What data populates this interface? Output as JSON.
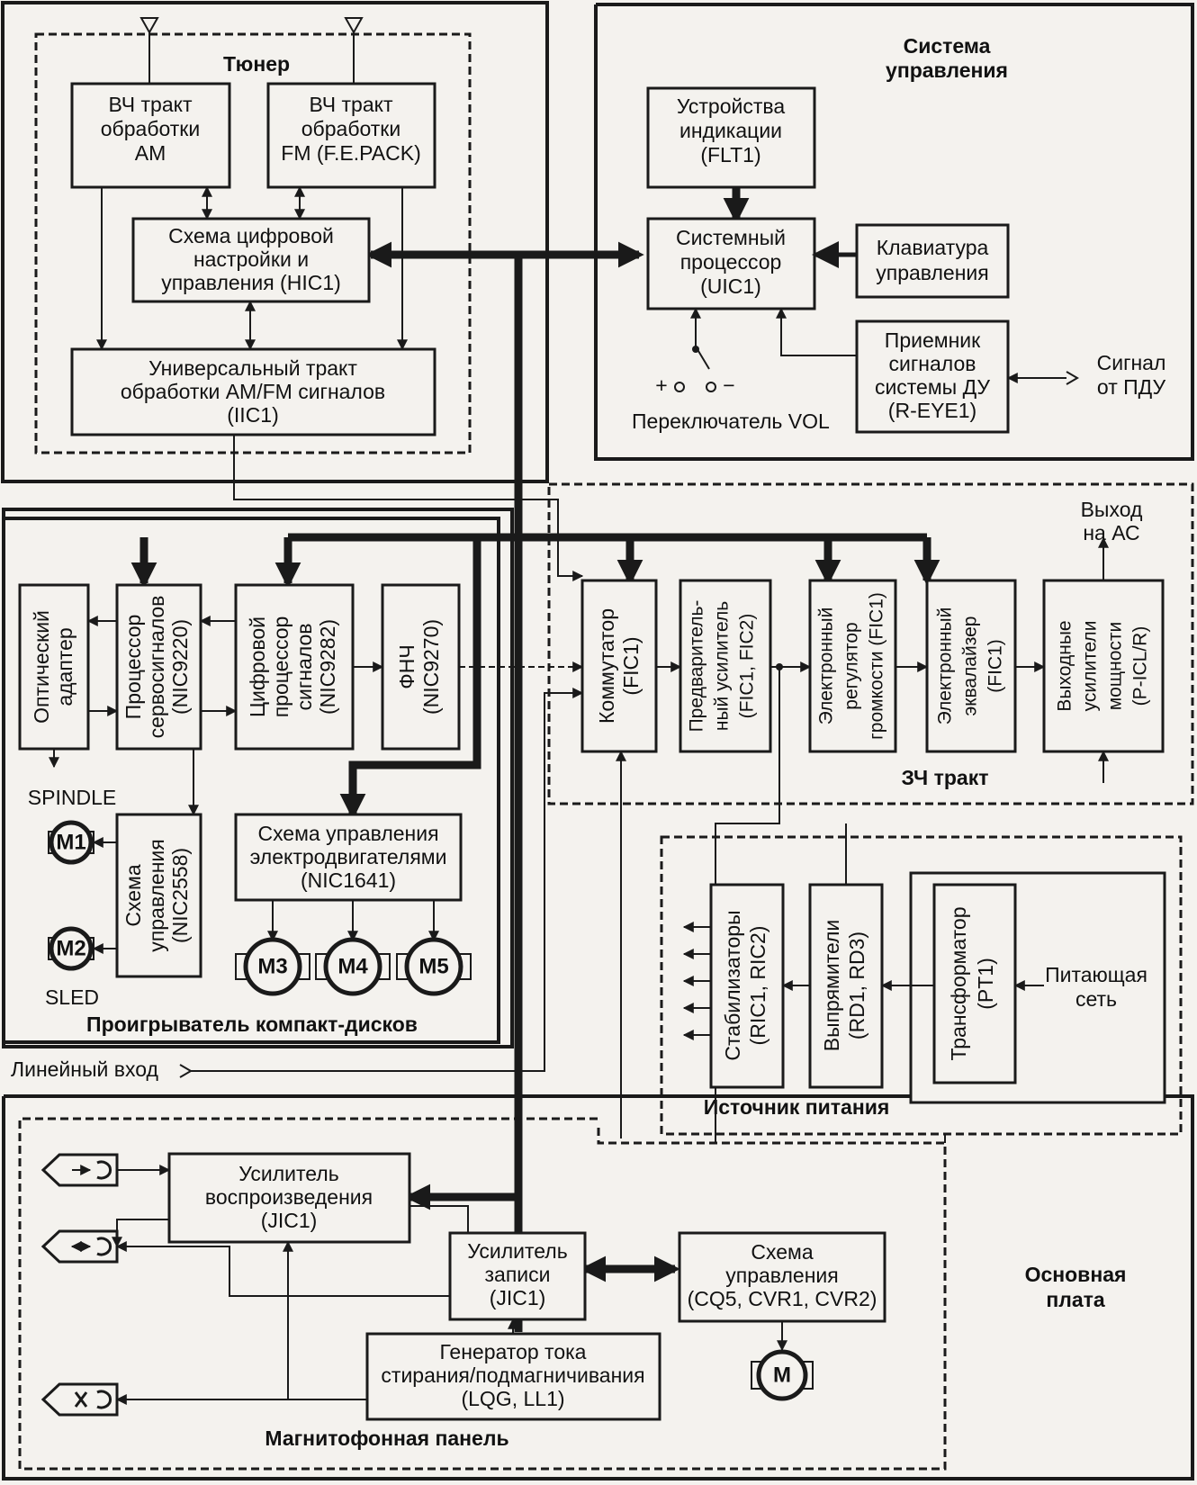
{
  "sections": {
    "tuner": "Тюнер",
    "control": [
      "Система",
      "управления"
    ],
    "cd": "Проигрыватель компакт-дисков",
    "audio": "ЗЧ тракт",
    "power": "Источник питания",
    "tape": "Магнитофонная панель",
    "main": [
      "Основная",
      "плата"
    ]
  },
  "tuner": {
    "am": [
      "ВЧ тракт",
      "обработки",
      "AM"
    ],
    "fm": [
      "ВЧ тракт",
      "обработки",
      "FM (F.E.PACK)"
    ],
    "digital": [
      "Схема цифровой",
      "настройки и",
      "управления (HIC1)"
    ],
    "universal": [
      "Универсальный тракт",
      "обработки AM/FM сигналов",
      "(IIC1)"
    ]
  },
  "control": {
    "display": [
      "Устройства",
      "индикации",
      "(FLT1)"
    ],
    "cpu": [
      "Системный",
      "процессор",
      "(UIC1)"
    ],
    "keyboard": [
      "Клавиатура",
      "управления"
    ],
    "remote_rx": [
      "Приемник",
      "сигналов",
      "системы ДУ",
      "(R-EYE1)"
    ],
    "remote_signal": [
      "Сигнал",
      "от ПДУ"
    ],
    "vol_switch": "Переключатель VOL",
    "vol_plus": "+",
    "vol_minus": "−"
  },
  "cd": {
    "optical": [
      "Оптический",
      "адаптер"
    ],
    "servo": [
      "Процессор",
      "сервосигналов",
      "(NIC9220)"
    ],
    "dsp": [
      "Цифровой",
      "процессор",
      "сигналов",
      "(NIC9282)"
    ],
    "lpf": [
      "ФНЧ",
      "(NIC9270)"
    ],
    "motor_ctrl": [
      "Схема управления",
      "электродвигателями",
      "(NIC1641)"
    ],
    "spindle_ctrl": [
      "Схема",
      "управления",
      "(NIC2558)"
    ],
    "spindle": "SPINDLE",
    "sled": "SLED",
    "m1": "M1",
    "m2": "M2",
    "m3": "M3",
    "m4": "M4",
    "m5": "M5"
  },
  "line_in": "Линейный вход",
  "audio": {
    "out": [
      "Выход",
      "на АС"
    ],
    "switch": [
      "Коммутатор",
      "(FIC1)"
    ],
    "preamp": [
      "Предваритель-",
      "ный усилитель",
      "(FIC1, FIC2)"
    ],
    "volume": [
      "Электронный",
      "регулятор",
      "громкости (FIC1)"
    ],
    "eq": [
      "Электронный",
      "эквалайзер",
      "(FIC1)"
    ],
    "power_amp": [
      "Выходные",
      "усилители",
      "мощности",
      "(P-ICL/R)"
    ]
  },
  "power": {
    "stabilizers": [
      "Стабилизаторы",
      "(RIC1, RIC2)"
    ],
    "rectifiers": [
      "Выпрямители",
      "(RD1, RD3)"
    ],
    "transformer": [
      "Трансформатор",
      "(PT1)"
    ],
    "mains": [
      "Питающая",
      "сеть"
    ]
  },
  "tape": {
    "playback": [
      "Усилитель",
      "воспроизведения",
      "(JIC1)"
    ],
    "record": [
      "Усилитель",
      "записи",
      "(JIC1)"
    ],
    "control": [
      "Схема",
      "управления",
      "(CQ5, CVR1, CVR2)"
    ],
    "bias": [
      "Генератор тока",
      "стирания/подмагничивания",
      "(LQG, LL1)"
    ],
    "motor": "M"
  }
}
